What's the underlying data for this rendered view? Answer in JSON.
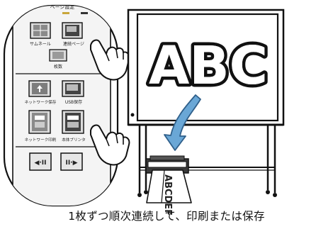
{
  "panel": {
    "top_partial_label": "ページ設定",
    "buttons": [
      {
        "id": "thumbnail",
        "label": "サムネール"
      },
      {
        "id": "continuous-page",
        "label": "連続ページ"
      },
      {
        "id": "copies",
        "label": "枚数"
      },
      {
        "id": "network-save",
        "label": "ネットワーク保存"
      },
      {
        "id": "usb-save",
        "label": "USB保存"
      },
      {
        "id": "network-print",
        "label": "ネットワーク印刷"
      },
      {
        "id": "printer",
        "label": "本体プリンタ"
      }
    ],
    "page_back_label": "◀·II",
    "page_next_label": "II·▶"
  },
  "board": {
    "text": "ABC"
  },
  "paper": {
    "text": "ABCDEF"
  },
  "caption": "1枚ずつ順次連続して、印刷または保存",
  "colors": {
    "arrow_fill": "#6aa7d6",
    "arrow_stroke": "#2f5f8a",
    "outline": "#111111"
  }
}
